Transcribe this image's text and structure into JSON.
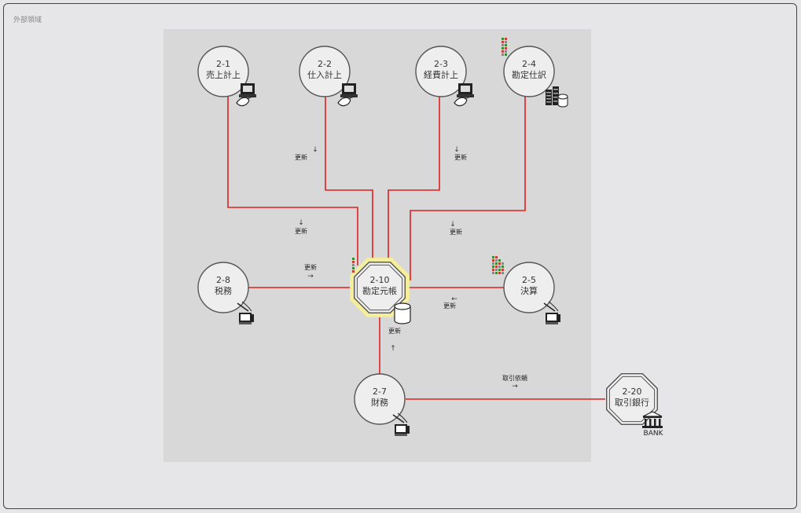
{
  "region": {
    "label": "外部領域"
  },
  "colors": {
    "edge": "#e02020",
    "node_fill": "#eeeeee",
    "node_stroke": "#555555",
    "highlight": "#f5ee9a"
  },
  "nodes": [
    {
      "key": "n21",
      "code": "2-1",
      "name": "売上計上",
      "shape": "circle",
      "icon": "terminal-mouse-icon"
    },
    {
      "key": "n22",
      "code": "2-2",
      "name": "仕入計上",
      "shape": "circle",
      "icon": "terminal-mouse-icon"
    },
    {
      "key": "n23",
      "code": "2-3",
      "name": "経費計上",
      "shape": "circle",
      "icon": "terminal-mouse-icon"
    },
    {
      "key": "n24",
      "code": "2-4",
      "name": "勘定仕訳",
      "shape": "circle",
      "icon": "server-database-icon"
    },
    {
      "key": "n28",
      "code": "2-8",
      "name": "税務",
      "shape": "circle",
      "icon": "pen-terminal-icon"
    },
    {
      "key": "n210",
      "code": "2-10",
      "name": "勘定元帳",
      "shape": "octagon",
      "icon": "database-icon"
    },
    {
      "key": "n25",
      "code": "2-5",
      "name": "決算",
      "shape": "circle",
      "icon": "pen-terminal-icon"
    },
    {
      "key": "n27",
      "code": "2-7",
      "name": "財務",
      "shape": "circle",
      "icon": "pen-terminal-icon"
    },
    {
      "key": "n220",
      "code": "2-20",
      "name": "取引銀行",
      "shape": "octagon",
      "icon": "bank-icon"
    }
  ],
  "edge_labels": [
    {
      "key": "e21",
      "text": "更新",
      "arrow": "↓"
    },
    {
      "key": "e22",
      "text": "更新",
      "arrow": "↓"
    },
    {
      "key": "e23",
      "text": "更新",
      "arrow": "↓"
    },
    {
      "key": "e24",
      "text": "更新",
      "arrow": "↓"
    },
    {
      "key": "e28",
      "text": "更新",
      "arrow": "→"
    },
    {
      "key": "e25",
      "text": "更新",
      "arrow": "←"
    },
    {
      "key": "e27",
      "text": "更新",
      "arrow": "↑"
    },
    {
      "key": "e220",
      "text": "取引依頼",
      "arrow": "→"
    }
  ],
  "bank_text": "BANK"
}
